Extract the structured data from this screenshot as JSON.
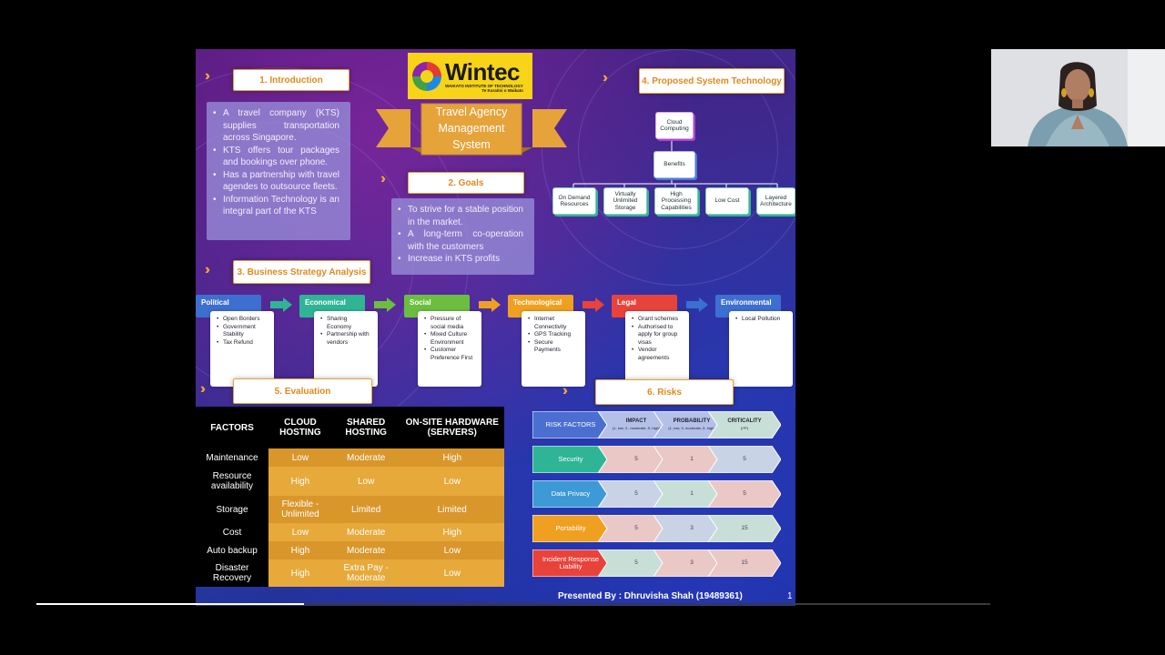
{
  "slide": {
    "logo": {
      "name": "Wintec",
      "subtitle": "WAIKATO INSTITUTE OF TECHNOLOGY",
      "tagline": "Te Kuratini o Waikato"
    },
    "title": "Travel Agency Management System",
    "sections": {
      "introduction": {
        "header": "1. Introduction",
        "bullets": [
          "A travel company (KTS) supplies transportation across Singapore.",
          "KTS offers tour packages and bookings over phone.",
          "Has a partnership with travel agendes to outsource fleets.",
          "Information Technology is an integral part of the KTS"
        ]
      },
      "goals": {
        "header": "2. Goals",
        "bullets": [
          "To strive for a stable position in the market.",
          "A long-term co-operation with the customers",
          "Increase in KTS profits"
        ]
      },
      "strategy": {
        "header": "3. Business Strategy Analysis",
        "factors": [
          {
            "name": "Political",
            "color": "#3d6fd0",
            "items": [
              "Open Borders",
              "Government Stability",
              "Tax Refund"
            ]
          },
          {
            "name": "Economical",
            "color": "#2fb596",
            "items": [
              "Sharing Economy",
              "Partnership with vendors"
            ]
          },
          {
            "name": "Social",
            "color": "#6cbf3e",
            "items": [
              "Pressure of social media",
              "Mixed Culture Environment",
              "Customer Preference First"
            ]
          },
          {
            "name": "Technological",
            "color": "#f0a020",
            "items": [
              "Internet Connectivity",
              "GPS Tracking",
              "Secure Payments"
            ]
          },
          {
            "name": "Legal",
            "color": "#e8433a",
            "items": [
              "Grant schemes",
              "Authorised to apply for group visas",
              "Vendor agreements"
            ]
          },
          {
            "name": "Environmental",
            "color": "#3d6fd0",
            "items": [
              "Local Pollution"
            ]
          }
        ]
      },
      "technology": {
        "header": "4. Proposed System Technology",
        "root": "Cloud Computing",
        "mid": "Benefits",
        "leaves": [
          "On Demand Resources",
          "Virtually Unlimited Storage",
          "High Processing Capabilities",
          "Low Cost",
          "Layered Architecture"
        ]
      },
      "evaluation": {
        "header": "5. Evaluation",
        "columns": [
          "FACTORS",
          "CLOUD HOSTING",
          "SHARED HOSTING",
          "ON-SITE HARDWARE (SERVERS)"
        ],
        "rows": [
          [
            "Maintenance",
            "Low",
            "Moderate",
            "High"
          ],
          [
            "Resource availability",
            "High",
            "Low",
            "Low"
          ],
          [
            "Storage",
            "Flexible - Unlimited",
            "Limited",
            "Limited"
          ],
          [
            "Cost",
            "Low",
            "Moderate",
            "High"
          ],
          [
            "Auto backup",
            "High",
            "Moderate",
            "Low"
          ],
          [
            "Disaster Recovery",
            "High",
            "Extra Pay - Moderate",
            "Low"
          ]
        ]
      },
      "risks": {
        "header": "6. Risks",
        "head_label": "RISK FACTORS",
        "columns": [
          {
            "name": "IMPACT",
            "scale": "(1- low, 3 - moderate, 5- high)"
          },
          {
            "name": "PROBABILITY",
            "scale": "(1- low, 3- moderate, 5- high)"
          },
          {
            "name": "CRITICALITY",
            "scale": "(I*P)"
          }
        ],
        "rows": [
          {
            "name": "Security",
            "color": "#2fb596",
            "values": [
              "5",
              "1",
              "5"
            ]
          },
          {
            "name": "Data Privacy",
            "color": "#3d9ad6",
            "values": [
              "5",
              "1",
              "5"
            ]
          },
          {
            "name": "Portability",
            "color": "#f0a020",
            "values": [
              "5",
              "3",
              "15"
            ]
          },
          {
            "name": "Incident Response Liability",
            "color": "#e8433a",
            "values": [
              "5",
              "3",
              "15"
            ]
          }
        ]
      }
    },
    "footer": "Presented By : Dhruvisha Shah (19489361)",
    "page_number": "1"
  },
  "colors": {
    "accent": "#f0a830",
    "background": "#000000"
  }
}
